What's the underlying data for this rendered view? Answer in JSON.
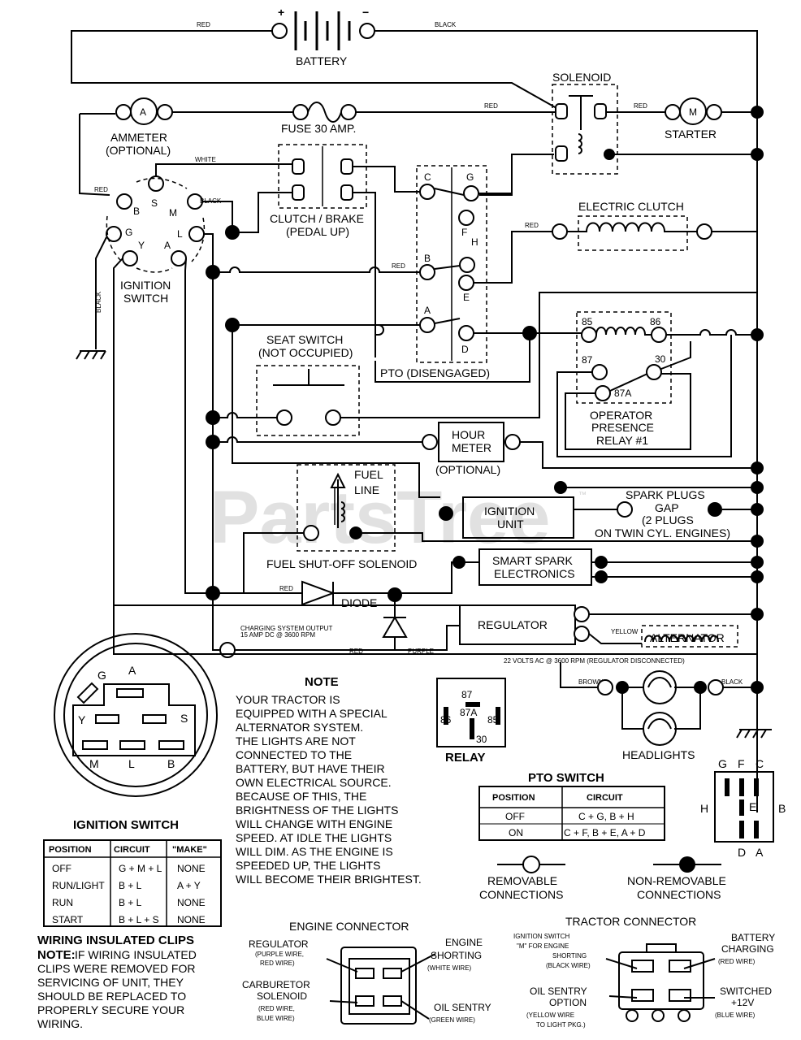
{
  "watermark": {
    "name": "PartsTree",
    "tm": "™"
  },
  "labels": {
    "battery": "BATTERY",
    "plus": "+",
    "minus": "−",
    "solenoid": "SOLENOID",
    "starter": "STARTER",
    "motor_m": "M",
    "ammeter": "AMMETER",
    "ammeter_opt": "(OPTIONAL)",
    "ammeter_a": "A",
    "fuse": "FUSE 30 AMP.",
    "clutch_brake": "CLUTCH / BRAKE",
    "pedal_up": "(PEDAL UP)",
    "electric_clutch": "ELECTRIC CLUTCH",
    "ignition_switch_1": "IGNITION",
    "ignition_switch_2": "SWITCH",
    "seat_switch": "SEAT SWITCH",
    "not_occupied": "(NOT OCCUPIED)",
    "pto_disengaged": "PTO (DISENGAGED)",
    "relay_85": "85",
    "relay_86": "86",
    "relay_87": "87",
    "relay_30": "30",
    "relay_87a": "87A",
    "opr_1": "OPERATOR",
    "opr_2": "PRESENCE",
    "opr_3": "RELAY #1",
    "hour_1": "HOUR",
    "hour_2": "METER",
    "hour_opt": "(OPTIONAL)",
    "fuel_1": "FUEL",
    "fuel_2": "LINE",
    "fuel_sol": "FUEL SHUT-OFF SOLENOID",
    "ign_unit_1": "IGNITION",
    "ign_unit_2": "UNIT",
    "spark_1": "SPARK PLUGS",
    "spark_2": "GAP",
    "spark_3": "(2 PLUGS",
    "spark_4": "ON TWIN CYL. ENGINES)",
    "smart_1": "SMART SPARK",
    "smart_2": "ELECTRONICS",
    "diode": "DIODE",
    "regulator": "REGULATOR",
    "alternator": "ALTERNATOR",
    "charging_1": "CHARGING SYSTEM OUTPUT",
    "charging_2": "15 AMP DC @ 3600 RPM",
    "alt_ac": "22 VOLTS AC @ 3600 RPM (REGULATOR DISCONNECTED)",
    "headlights": "HEADLIGHTS",
    "pto_letters": [
      "C",
      "G",
      "F",
      "H",
      "B",
      "E",
      "A",
      "D"
    ],
    "ign_letters": [
      "B",
      "S",
      "M",
      "G",
      "L",
      "Y",
      "A"
    ]
  },
  "wire_colors": {
    "red": "RED",
    "black": "BLACK",
    "white": "WHITE",
    "purple": "PURPLE",
    "yellow": "YELLOW",
    "brown": "BROWN"
  },
  "note": {
    "title": "NOTE",
    "lines": [
      "YOUR TRACTOR IS",
      "EQUIPPED WITH A SPECIAL",
      "ALTERNATOR SYSTEM.",
      "THE LIGHTS ARE NOT",
      "CONNECTED TO THE",
      "BATTERY, BUT HAVE THEIR",
      "OWN ELECTRICAL SOURCE.",
      "BECAUSE OF THIS, THE",
      "BRIGHTNESS OF THE LIGHTS",
      "WILL CHANGE WITH ENGINE",
      "SPEED.  AT IDLE THE LIGHTS",
      "WILL DIM.  AS THE ENGINE IS",
      "SPEEDED UP,  THE LIGHTS",
      "WILL BECOME THEIR BRIGHTEST."
    ]
  },
  "relay_box": {
    "title": "RELAY",
    "p87": "87",
    "p87a": "87A",
    "p86": "86",
    "p85": "85",
    "p30": "30"
  },
  "ign_face": {
    "A": "A",
    "G": "G",
    "Y": "Y",
    "S": "S",
    "M": "M",
    "L": "L",
    "B": "B"
  },
  "ignition_table": {
    "title": "IGNITION SWITCH",
    "headers": [
      "POSITION",
      "CIRCUIT",
      "\"MAKE\""
    ],
    "rows": [
      [
        "OFF",
        "G + M + L",
        "NONE"
      ],
      [
        "RUN/LIGHT",
        "B + L",
        "A + Y"
      ],
      [
        "RUN",
        "B + L",
        "NONE"
      ],
      [
        "START",
        "B + L + S",
        "NONE"
      ]
    ]
  },
  "pto_table": {
    "title": "PTO SWITCH",
    "headers": [
      "POSITION",
      "CIRCUIT"
    ],
    "rows": [
      [
        "OFF",
        "C + G, B + H"
      ],
      [
        "ON",
        "C + F, B + E, A + D"
      ]
    ]
  },
  "pto_face": {
    "G": "G",
    "F": "F",
    "C": "C",
    "H": "H",
    "E": "E",
    "B": "B",
    "D": "D",
    "A": "A"
  },
  "legend": {
    "removable_1": "REMOVABLE",
    "removable_2": "CONNECTIONS",
    "nonremovable_1": "NON-REMOVABLE",
    "nonremovable_2": "CONNECTIONS"
  },
  "insulated": {
    "title": "WIRING INSULATED CLIPS",
    "note_label": "NOTE:",
    "lines": [
      "IF WIRING INSULATED",
      "CLIPS WERE REMOVED FOR",
      "SERVICING OF UNIT, THEY",
      "SHOULD BE REPLACED TO",
      "PROPERLY SECURE YOUR",
      "WIRING."
    ]
  },
  "engine_connector": {
    "title": "ENGINE CONNECTOR",
    "reg_1": "REGULATOR",
    "reg_2": "(PURPLE WIRE,",
    "reg_3": "RED WIRE)",
    "eng_1": "ENGINE",
    "eng_2": "SHORTING",
    "eng_3": "(WHITE WIRE)",
    "carb_1": "CARBURETOR",
    "carb_2": "SOLENOID",
    "carb_3": "(RED WIRE,",
    "carb_4": "BLUE WIRE)",
    "oil_1": "OIL SENTRY",
    "oil_2": "(GREEN WIRE)"
  },
  "tractor_connector": {
    "title": "TRACTOR CONNECTOR",
    "ign_1": "IGNITION SWITCH",
    "ign_2": "\"M\" FOR ENGINE",
    "ign_3": "SHORTING",
    "ign_4": "(BLACK WIRE)",
    "bat_1": "BATTERY",
    "bat_2": "CHARGING",
    "bat_3": "(RED WIRE)",
    "oil_1": "OIL SENTRY",
    "oil_2": "OPTION",
    "oil_3": "(YELLOW WIRE",
    "oil_4": "TO LIGHT PKG.)",
    "sw_1": "SWITCHED",
    "sw_2": "+12V",
    "sw_3": "(BLUE WIRE)"
  }
}
